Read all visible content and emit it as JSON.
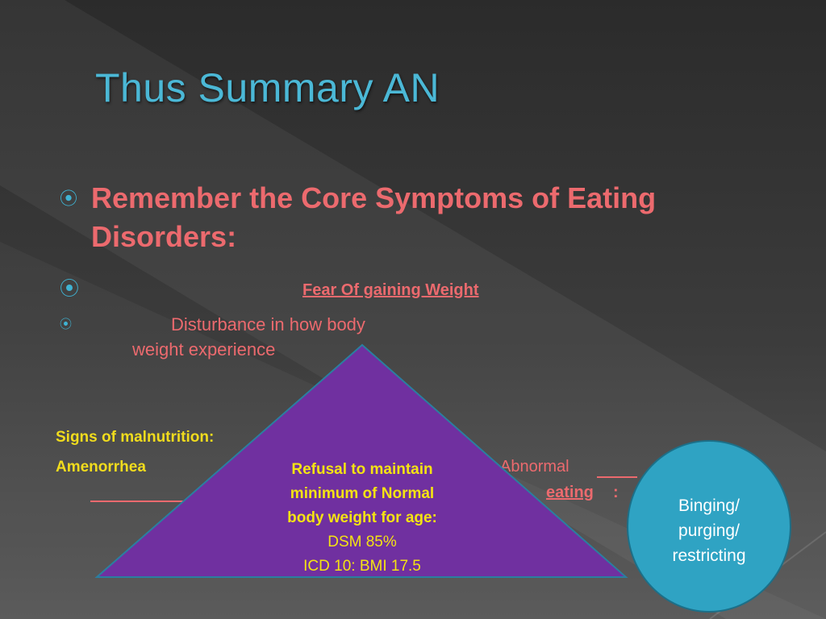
{
  "slide": {
    "title": "Thus Summary AN",
    "colors": {
      "title": "#4bb8d6",
      "bullet_text": "#ec6a6e",
      "signs_text": "#f1dc1d",
      "triangle_fill": "#7030a0",
      "circle_fill": "#2fa3c3"
    },
    "bullets": [
      {
        "text": "Remember the Core Symptoms of Eating Disorders:"
      },
      {
        "text": "Fear Of gaining Weight"
      },
      {
        "line1": "Disturbance in how body",
        "line2": "weight experience"
      }
    ],
    "signs": {
      "label": "Signs of malnutrition:",
      "amenorrhea": "Amenorrhea"
    },
    "abnormal": {
      "line1": "Abnormal",
      "line2": "eating",
      "suffix": ":"
    },
    "triangle": {
      "line1": "Refusal to maintain",
      "line2": "minimum of Normal",
      "line3": "body weight for age:",
      "line4": "DSM 85%",
      "line5": "ICD 10: BMI 17.5"
    },
    "circle": {
      "line1": "Binging/",
      "line2": "purging/",
      "line3": "restricting"
    }
  }
}
